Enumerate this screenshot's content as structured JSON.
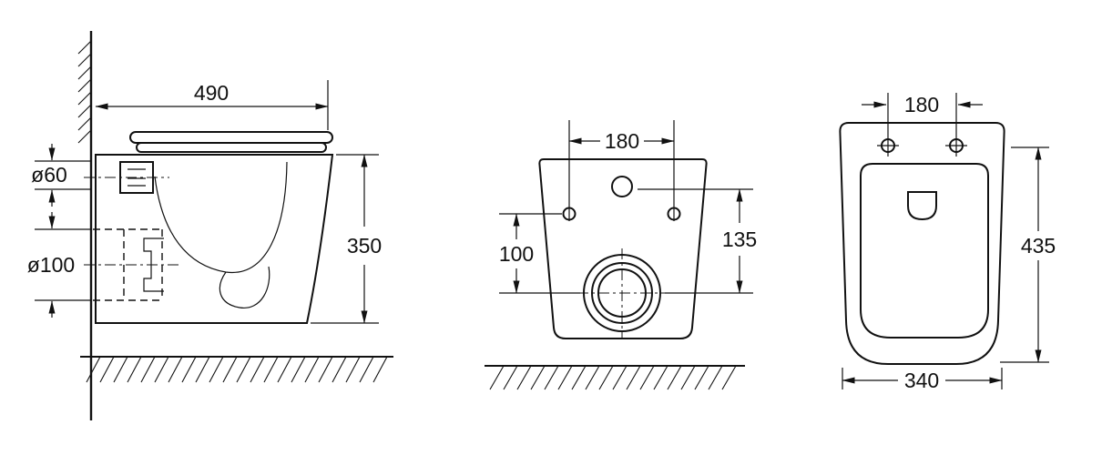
{
  "style": {
    "ink": "#111111",
    "background": "#ffffff"
  },
  "drawing": {
    "side_view": {
      "width": "490",
      "height": "350",
      "inlet_diameter": "ø60",
      "outlet_diameter": "ø100"
    },
    "front_view": {
      "bolt_spacing": "180",
      "drain_offset": "100",
      "bolt_height": "135"
    },
    "top_view": {
      "bolt_spacing": "180",
      "depth": "435",
      "width": "340"
    }
  }
}
